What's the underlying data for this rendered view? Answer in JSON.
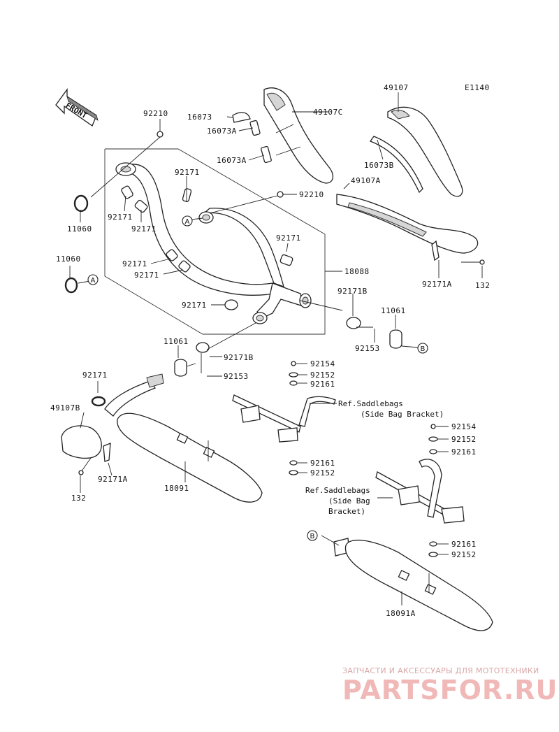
{
  "diagram_code": "E1140",
  "front_label": "FRONT",
  "callouts": {
    "a": "A",
    "b": "B"
  },
  "labels": {
    "p92210_top": "92210",
    "p92210_mid": "92210",
    "p11060_left": "11060",
    "p11060_low": "11060",
    "p92171_a": "92171",
    "p92171_b": "92171",
    "p92171_c": "92171",
    "p92171_d": "92171",
    "p92171_e": "92171",
    "p92171_f": "92171",
    "p92171_g": "92171",
    "p92171_h": "92171",
    "p16073": "16073",
    "p16073a_1": "16073A",
    "p16073a_2": "16073A",
    "p49107c": "49107C",
    "p49107": "49107",
    "p16073b": "16073B",
    "p49107a": "49107A",
    "p18088": "18088",
    "p92171b_1": "92171B",
    "p92171b_2": "92171B",
    "p92153_1": "92153",
    "p92153_2": "92153",
    "p11061_1": "11061",
    "p11061_2": "11061",
    "p92171a_1": "92171A",
    "p92171a_2": "92171A",
    "p132_1": "132",
    "p132_2": "132",
    "p49107b": "49107B",
    "p18091": "18091",
    "p18091a": "18091A",
    "p92154_1": "92154",
    "p92152_1": "92152",
    "p92161_1": "92161",
    "p92161_2": "92161",
    "p92152_2": "92152",
    "p92154_2": "92154",
    "p92152_3": "92152",
    "p92161_3": "92161",
    "p92161_4": "92161",
    "p92152_4": "92152"
  },
  "refs": {
    "ref1_line1": "Ref.Saddlebags",
    "ref1_line2": "(Side Bag Bracket)",
    "ref2_line1": "Ref.Saddlebags",
    "ref2_line2": "(Side Bag",
    "ref2_line3": "Bracket)"
  },
  "watermark": {
    "tagline": "ЗАПЧАСТИ И АКСЕССУАРЫ ДЛЯ МОТОТЕХНИКИ",
    "logo": "PARTSFOR.RU"
  }
}
